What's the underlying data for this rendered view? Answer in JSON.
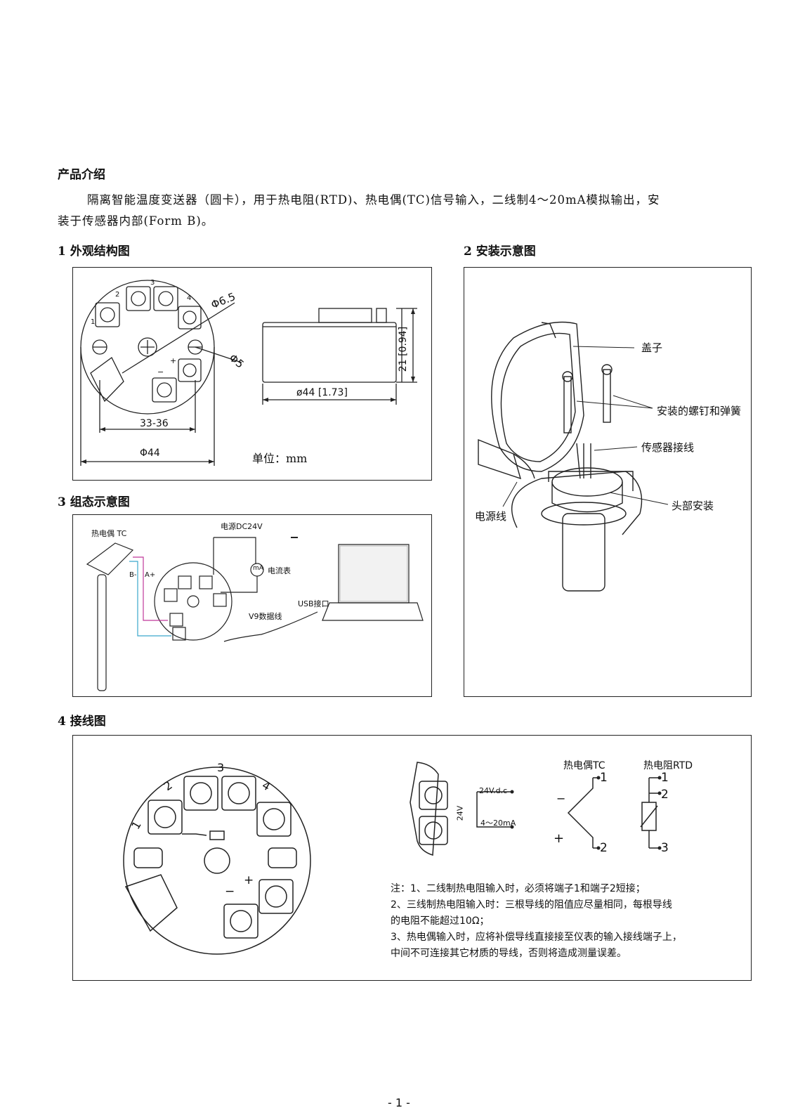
{
  "intro": {
    "heading": "产品介绍",
    "line1": "隔离智能温度变送器（圆卡），用于热电阻(RTD)、热电偶(TC)信号输入，二线制4～20mA模拟输出，安",
    "line2": "装于传感器内部(Form B)。"
  },
  "sections": {
    "s1": "1 外观结构图",
    "s2": "2 安装示意图",
    "s3": "3 组态示意图",
    "s4": "4 接线图"
  },
  "dims": {
    "phi65": "Φ6.5",
    "phi5": "Φ5",
    "d3336": "33-36",
    "phi44": "Φ44",
    "width_dim": "ø44 [1.73]",
    "height_dim": "21 [0.94]",
    "unit": "单位：mm"
  },
  "terminals": {
    "t1": "1",
    "t2": "2",
    "t3": "3",
    "t4": "4",
    "plus": "+",
    "minus": "−"
  },
  "install": {
    "cover": "盖子",
    "screws": "安装的螺钉和弹簧",
    "sensor_wire": "传感器接线",
    "head_mount": "头部安装",
    "power_wire": "电源线"
  },
  "config": {
    "tc": "热电偶 TC",
    "power": "电源DC24V",
    "ammeter": "电流表",
    "ma": "mA",
    "usb": "USB接口",
    "v9": "V9数据线",
    "b_minus": "B-",
    "a_plus": "A+"
  },
  "wiring": {
    "v24dc": "24V.d.c",
    "v24": "24V",
    "ma420": "4～20mA",
    "tc_title": "热电偶TC",
    "rtd_title": "热电阻RTD",
    "n1": "1",
    "n2": "2",
    "n3": "3",
    "notes": [
      "注：1、二线制热电阻输入时，必须将端子1和端子2短接；",
      "2、三线制热电阻输入时：三根导线的阻值应尽量相同，每根导线",
      "的电阻不能超过10Ω；",
      "3、热电偶输入时，应将补偿导线直接接至仪表的输入接线端子上，",
      "中间不可连接其它材质的导线，否则将造成测量误差。"
    ]
  },
  "page_number": "- 1 -"
}
